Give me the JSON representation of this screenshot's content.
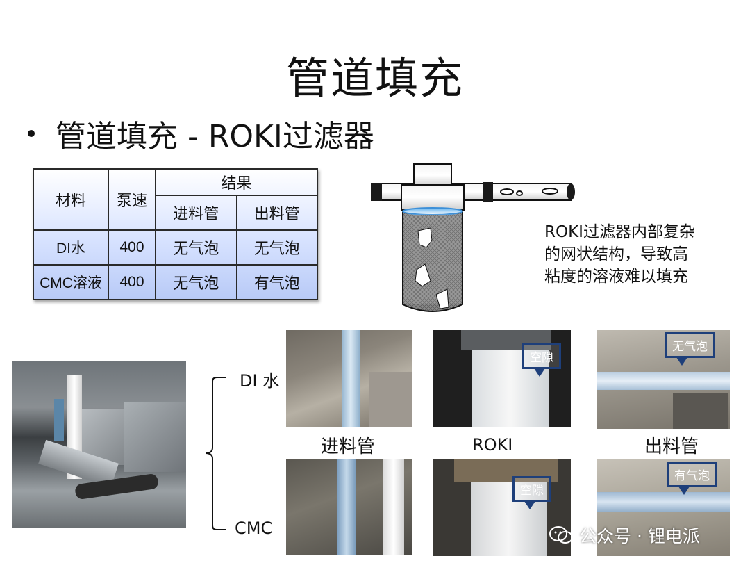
{
  "title": "管道填充",
  "bullet": "管道填充 - ROKI过滤器",
  "table": {
    "material_header": "材料",
    "speed_header": "泵速",
    "result_header": "结果",
    "inlet_header": "进料管",
    "outlet_header": "出料管",
    "rows": [
      {
        "material": "DI水",
        "speed": "400",
        "inlet": "无气泡",
        "outlet": "无气泡"
      },
      {
        "material": "CMC溶液",
        "speed": "400",
        "inlet": "无气泡",
        "outlet": "有气泡"
      }
    ]
  },
  "note": {
    "line1": "ROKI过滤器内部复杂",
    "line2": "的网状结构，导致高",
    "line3": "粘度的溶液难以填充"
  },
  "photos": {
    "label_di": "DI 水",
    "label_cmc": "CMC",
    "col_inlet": "进料管",
    "col_roki": "ROKI",
    "col_outlet": "出料管",
    "callout_gap_1": "空隙",
    "callout_gap_2": "空隙",
    "callout_no_bubble": "无气泡",
    "callout_bubble": "有气泡"
  },
  "watermark": "公众号 · 锂电派",
  "colors": {
    "callout_border": "#1e3f7a",
    "table_gradient_end": "#b8caf7"
  }
}
